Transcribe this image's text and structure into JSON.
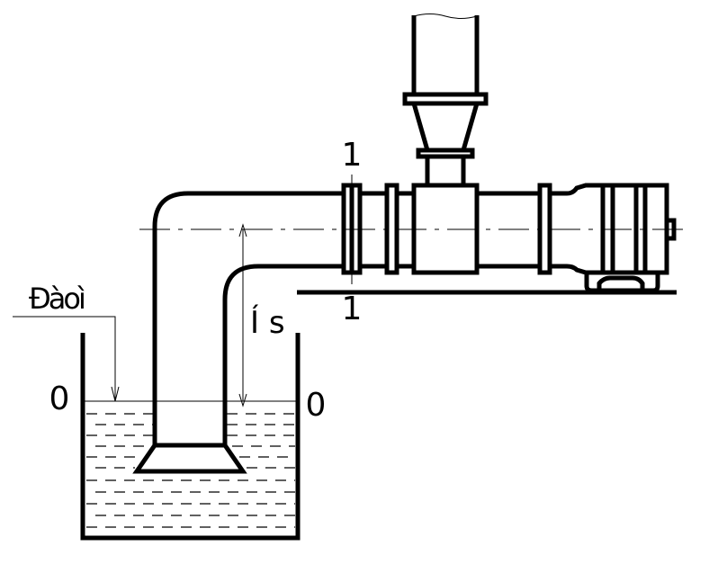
{
  "labels": {
    "section_1_top": "1",
    "section_1_bottom": "1",
    "section_0_left": "0",
    "section_0_right": "0",
    "suction_height": "Í s",
    "surface_note": "Đàoì"
  },
  "colors": {
    "ink": "#000000",
    "background": "#ffffff"
  }
}
